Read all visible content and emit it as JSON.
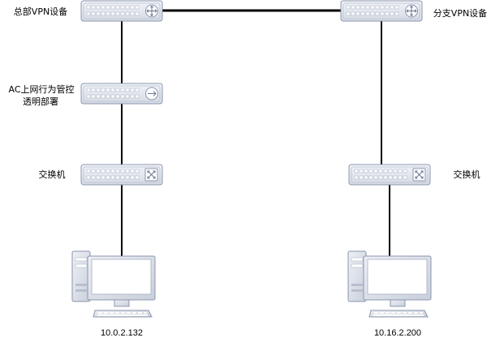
{
  "labels": {
    "hq_vpn": "总部VPN设备",
    "branch_vpn": "分支VPN设备",
    "ac_line1": "AC上网行为管控",
    "ac_line2": "透明部署",
    "switch_left": "交换机",
    "switch_right": "交换机",
    "ip_left": "10.0.2.132",
    "ip_right": "10.16.2.200"
  },
  "colors": {
    "device_face": "#e6e9f0",
    "device_edge": "#8a96ad",
    "port": "#ffffff",
    "monitor_screen": "#ffffff",
    "line": "#000000"
  },
  "icons": {
    "hq_vpn": "router-icon",
    "branch_vpn": "router-icon",
    "ac": "arrow-right-icon",
    "switch_left": "switch-cross-icon",
    "switch_right": "switch-cross-icon"
  }
}
